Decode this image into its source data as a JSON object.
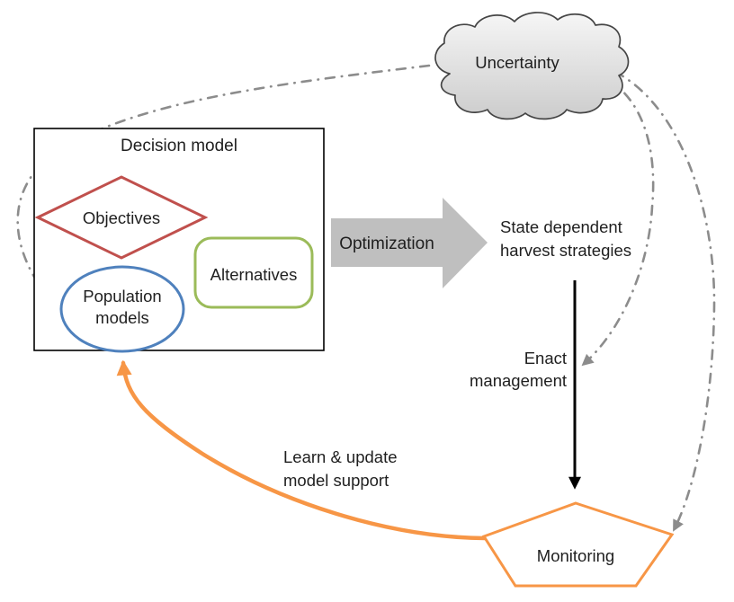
{
  "nodes": {
    "uncertainty": {
      "label": "Uncertainty"
    },
    "decision_model": {
      "title": "Decision model"
    },
    "objectives": {
      "label": "Objectives"
    },
    "alternatives": {
      "label": "Alternatives"
    },
    "population_models": {
      "line1": "Population",
      "line2": "models"
    },
    "monitoring": {
      "label": "Monitoring"
    }
  },
  "process": {
    "optimization": {
      "label": "Optimization"
    },
    "state_dependent": {
      "line1": "State dependent",
      "line2": "harvest strategies"
    },
    "enact": {
      "line1": "Enact",
      "line2": "management"
    },
    "learn": {
      "line1": "Learn & update",
      "line2": "model support"
    }
  },
  "colors": {
    "objectives_red": "#C0504D",
    "alternatives_green": "#9BBB59",
    "population_blue": "#4F81BD",
    "monitoring_orange": "#F79646",
    "optimization_gray": "#BFBFBF",
    "uncertainty_link_gray": "#8C8C8C",
    "cloud_stroke": "#454545",
    "cloud_fill_light": "#F6F6F6",
    "cloud_fill_dark": "#CCCCCC",
    "box_black": "#000000",
    "text_color": "#1F1F1F"
  }
}
